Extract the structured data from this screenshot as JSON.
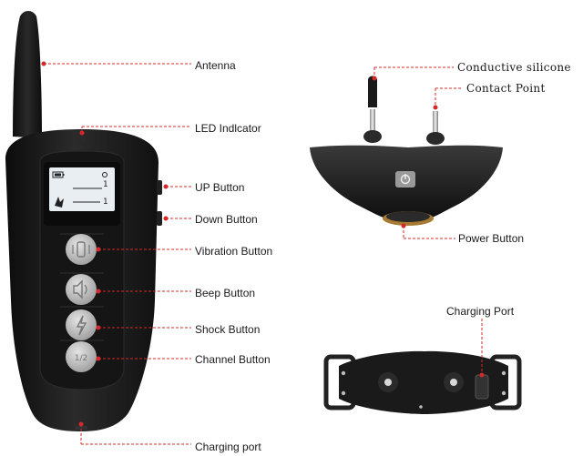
{
  "labels": {
    "antenna": "Antenna",
    "led_indicator": "LED Indlcator",
    "up_button": "UP Button",
    "down_button": "Down Button",
    "vibration_button": "Vibration Button",
    "beep_button": "Beep Button",
    "shock_button": "Shock Button",
    "channel_button": "Channel Button",
    "charging_port_remote": "Charging port",
    "conductive_silicone": "Conductive silicone",
    "contact_point": "Contact Point",
    "power_button": "Power Button",
    "charging_port_collar": "Charging Port"
  },
  "lcd": {
    "line1": "1",
    "line2": "1"
  },
  "colors": {
    "leader_line": "#d62828",
    "device_body": "#1c1c1c",
    "lcd_screen": "#e8eef2",
    "button_grey": "#c9c9c9"
  }
}
